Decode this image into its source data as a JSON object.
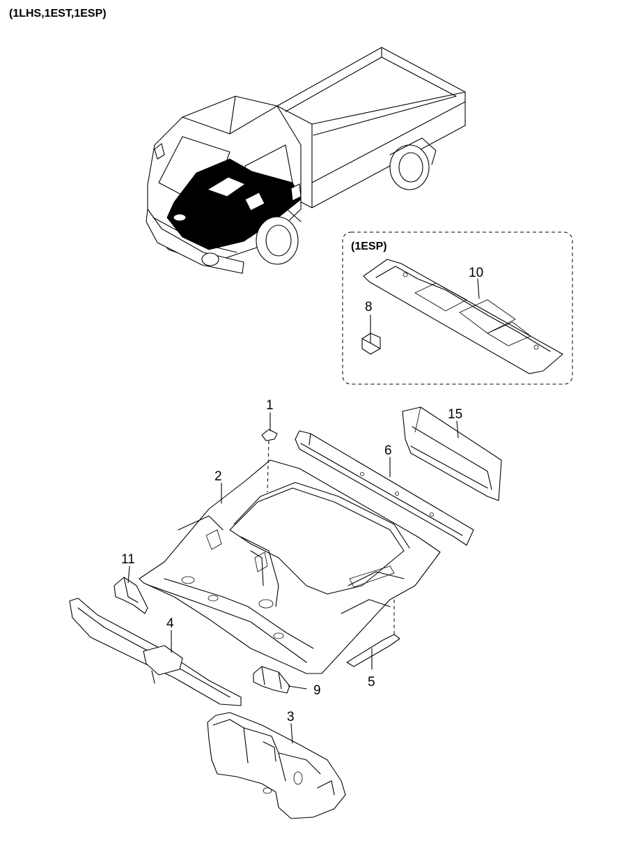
{
  "header": {
    "variants": "(1LHS,1EST,1ESP)"
  },
  "inset": {
    "label": "(1ESP)"
  },
  "callouts": {
    "c1": "1",
    "c2": "2",
    "c3": "3",
    "c4": "4",
    "c5": "5",
    "c6": "6",
    "c8": "8",
    "c9": "9",
    "c10": "10",
    "c11": "11",
    "c15": "15"
  }
}
